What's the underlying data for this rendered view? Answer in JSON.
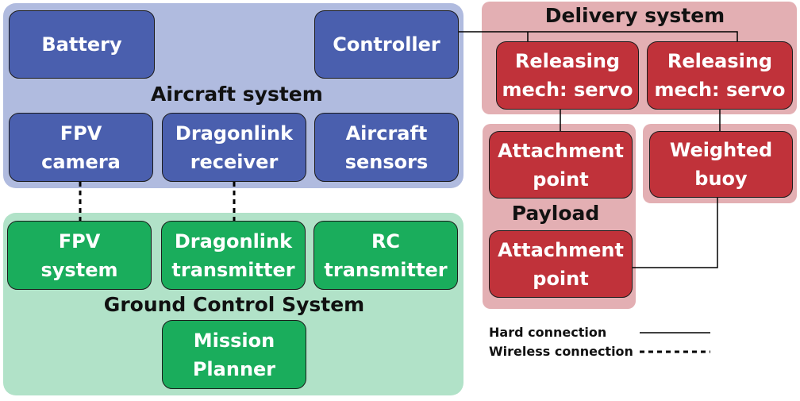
{
  "groups": {
    "aircraft": "Aircraft system",
    "ground": "Ground Control System",
    "delivery": "Delivery system",
    "payload": "Payload"
  },
  "nodes": {
    "battery": "Battery",
    "controller": "Controller",
    "fpv_camera": "FPV\ncamera",
    "dragonlink_receiver": "Dragonlink\nreceiver",
    "aircraft_sensors": "Aircraft\nsensors",
    "fpv_system": "FPV\nsystem",
    "dragonlink_transmitter": "Dragonlink\ntransmitter",
    "rc_transmitter": "RC\ntransmitter",
    "mission_planner": "Mission\nPlanner",
    "releasing_mech_1": "Releasing\nmech: servo",
    "releasing_mech_2": "Releasing\nmech: servo",
    "attachment_point_1": "Attachment\npoint",
    "weighted_buoy": "Weighted\nbuoy",
    "attachment_point_2": "Attachment\npoint"
  },
  "legend": {
    "hard": "Hard connection",
    "wireless": "Wireless connection"
  },
  "colors": {
    "aircraft_group": "#b0bbdf",
    "aircraft_node": "#4a5fae",
    "ground_group": "#b1e2c8",
    "ground_node": "#1aad5c",
    "delivery_group": "#e3afb3",
    "delivery_node": "#c0323a"
  }
}
